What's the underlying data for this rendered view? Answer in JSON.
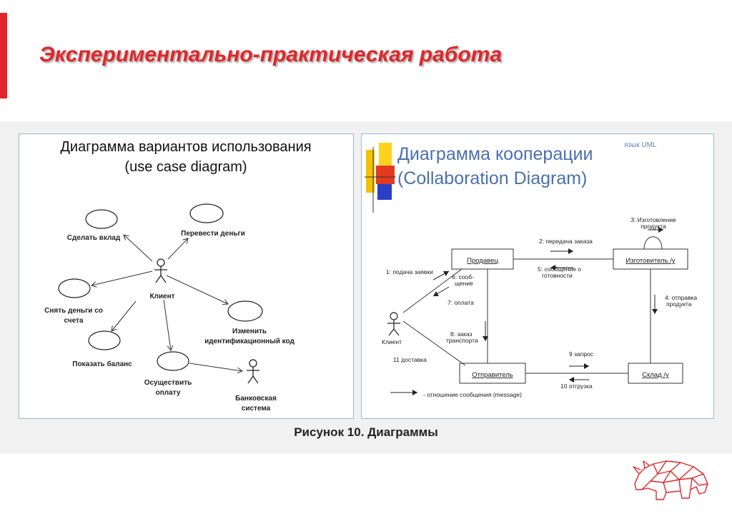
{
  "slide": {
    "title": "Экспериментально-практическая работа",
    "caption": "Рисунок 10. Диаграммы"
  },
  "colors": {
    "accent": "#e0262a",
    "panel_border": "#9bb7cf",
    "collab_title": "#4a6fb0"
  },
  "use_case": {
    "title_line1": "Диаграмма вариантов использования",
    "title_line2": "(use case diagram)",
    "actor_client": "Клиент",
    "actor_bank_line1": "Банковская",
    "actor_bank_line2": "система",
    "uc_deposit": "Сделать вклад",
    "uc_transfer": "Перевести деньги",
    "uc_withdraw_line1": "Снять деньги со",
    "uc_withdraw_line2": "счета",
    "uc_balance": "Показать баланс",
    "uc_change_code_line1": "Изменить",
    "uc_change_code_line2": "идентификационный код",
    "uc_pay_line1": "Осуществить",
    "uc_pay_line2": "оплату"
  },
  "collab": {
    "lang_label": "язык UML",
    "title_line1": "Диаграмма кооперации",
    "title_line2": "(Collaboration Diagram)",
    "obj_seller": "Продавец",
    "obj_maker": "Изготовитель /у",
    "obj_sender": "Отправитель",
    "obj_warehouse": "Склад /у",
    "actor_client": "Клиент",
    "msg1": "1: подача заявки",
    "msg2": "2: передача заказа",
    "msg3_line1": "3: Изготовление",
    "msg3_line2": "продукта",
    "msg4_line1": "4: отправка",
    "msg4_line2": "продукта",
    "msg5_line1": "5: сообщение о",
    "msg5_line2": "готовности",
    "msg6_line1": "6: сооб-",
    "msg6_line2": "щение",
    "msg7": "7: оплата",
    "msg8_line1": "8: заказ",
    "msg8_line2": "транспорта",
    "msg9": "9 запрос",
    "msg10": "10 отгрузка",
    "msg11": "11 доставка",
    "legend": "- отношение сообщения (message)"
  }
}
